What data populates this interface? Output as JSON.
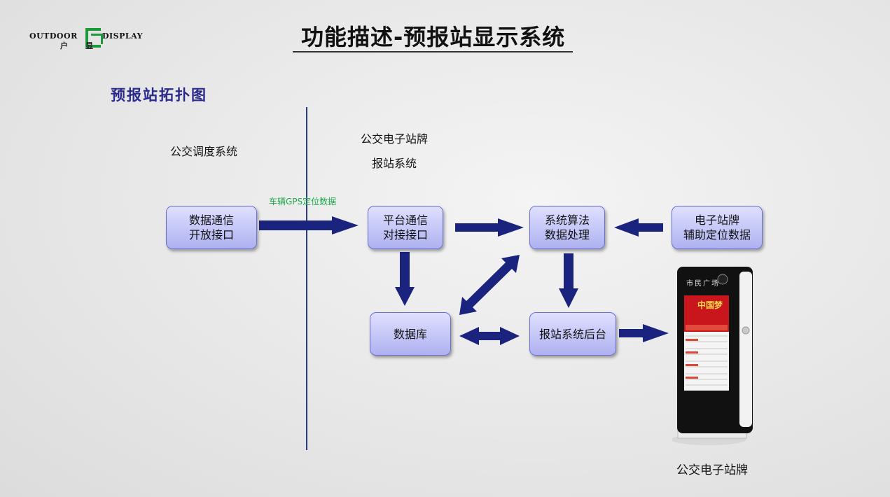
{
  "logo": {
    "left_text": "Outdoor",
    "right_text": "Display",
    "left_cn": "户",
    "right_cn": "显",
    "brand_color": "#1a9a3a"
  },
  "title": "功能描述-预报站显示系统",
  "subtitle": "预报站拓扑图",
  "sections": {
    "left_heading": "公交调度系统",
    "right_heading_line1": "公交电子站牌",
    "right_heading_line2": "报站系统"
  },
  "nodes": {
    "data_comm": {
      "line1": "数据通信",
      "line2": "开放接口"
    },
    "platform": {
      "line1": "平台通信",
      "line2": "对接接口"
    },
    "algorithm": {
      "line1": "系统算法",
      "line2": "数据处理"
    },
    "aux": {
      "line1": "电子站牌",
      "line2": "辅助定位数据"
    },
    "database": {
      "line1": "数据库"
    },
    "backend": {
      "line1": "报站系统后台"
    }
  },
  "edge_labels": {
    "gps": "车辆GPS定位数据"
  },
  "kiosk": {
    "header_text": "市民广场",
    "poster_text": "中国梦",
    "caption": "公交电子站牌"
  },
  "colors": {
    "arrow": "#1a237e",
    "node_fill_top": "#dfe0ff",
    "node_fill_bottom": "#aeb1f0",
    "subtitle": "#2a2a8c",
    "edge_label": "#1aa84a"
  }
}
